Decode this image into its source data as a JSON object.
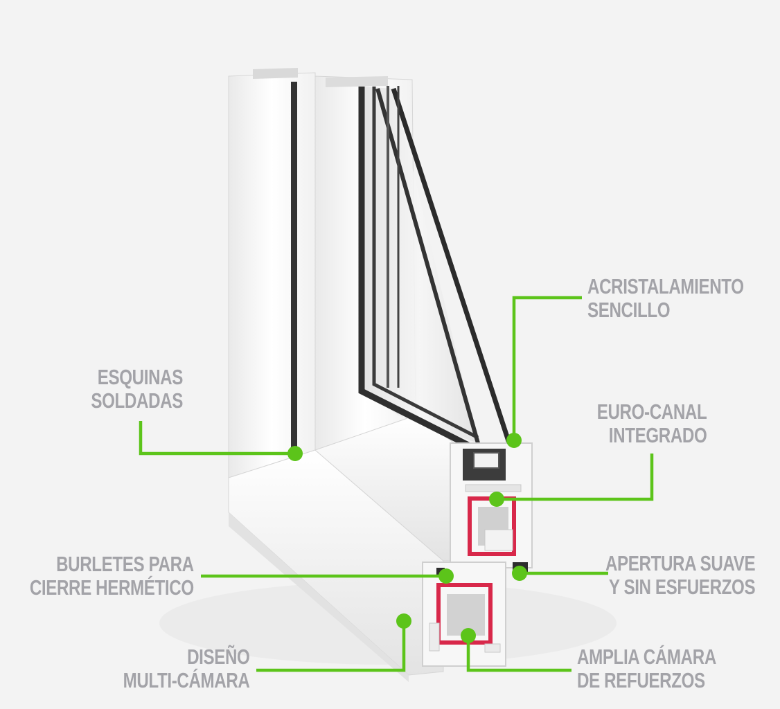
{
  "colors": {
    "accent": "#5cc41a",
    "label": "#a3a3a8",
    "gasket": "#2e2e2e",
    "reinforcement": "#d8284a"
  },
  "callouts": {
    "acristalamiento": {
      "line1": "ACRISTALAMIENTO",
      "line2": "SENCILLO"
    },
    "esquinas": {
      "line1": "ESQUINAS",
      "line2": "SOLDADAS"
    },
    "euro_canal": {
      "line1": "EURO-CANAL",
      "line2": "INTEGRADO"
    },
    "burletes": {
      "line1": "BURLETES PARA",
      "line2": "CIERRE HERMÉTICO"
    },
    "apertura": {
      "line1": "APERTURA SUAVE",
      "line2": "Y SIN ESFUERZOS"
    },
    "diseno": {
      "line1": "DISEÑO",
      "line2": "MULTI-CÁMARA"
    },
    "amplia": {
      "line1": "AMPLIA CÁMARA",
      "line2": "DE REFUERZOS"
    }
  }
}
